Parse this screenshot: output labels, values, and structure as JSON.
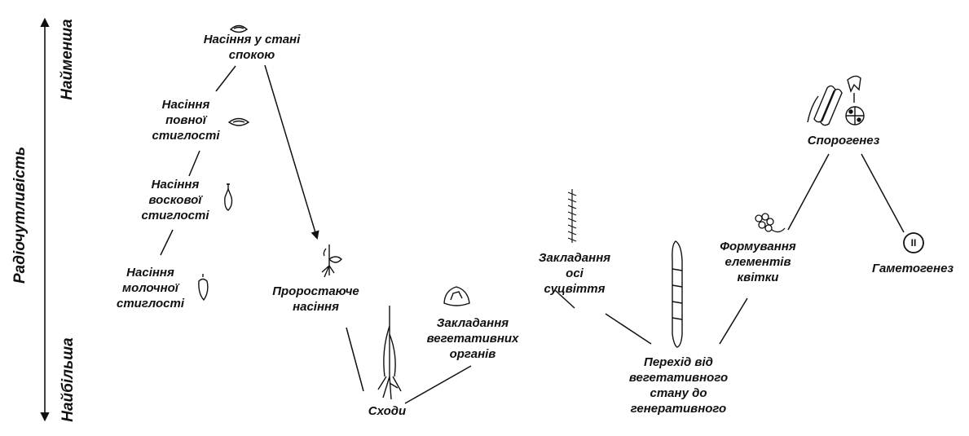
{
  "axis": {
    "title": "Радіочутливість",
    "top_label": "Найменша",
    "bottom_label": "Найбільша"
  },
  "stages": {
    "dormant_seeds": [
      "Насіння у стані",
      "спокою"
    ],
    "full_ripeness": [
      "Насіння",
      "повної",
      "стиглості"
    ],
    "wax_ripeness": [
      "Насіння",
      "воскової",
      "стиглості"
    ],
    "milk_ripeness": [
      "Насіння",
      "молочної",
      "стиглості"
    ],
    "germinating": [
      "Проростаюче",
      "насіння"
    ],
    "shoots": [
      "Сходи"
    ],
    "vegetative_organs": [
      "Закладання",
      "вегетативних",
      "органів"
    ],
    "inflorescence_axis": [
      "Закладання",
      "осі",
      "суцвіття"
    ],
    "transition": [
      "Перехід від",
      "вегетативного",
      "стану до",
      "генеративного"
    ],
    "flower_elements": [
      "Формування",
      "елементів",
      "квітки"
    ],
    "sporogenesis": [
      "Спорогенез"
    ],
    "gametogenesis": [
      "Гаметогенез"
    ]
  },
  "icons": [
    "seed-icon",
    "seedling-icon",
    "leaf-primordium-icon",
    "spike-icon",
    "floret-icon",
    "anther-icon",
    "pollen-tetrad-icon",
    "gamete-cell-icon"
  ],
  "gamete_cell_symbol": "II"
}
